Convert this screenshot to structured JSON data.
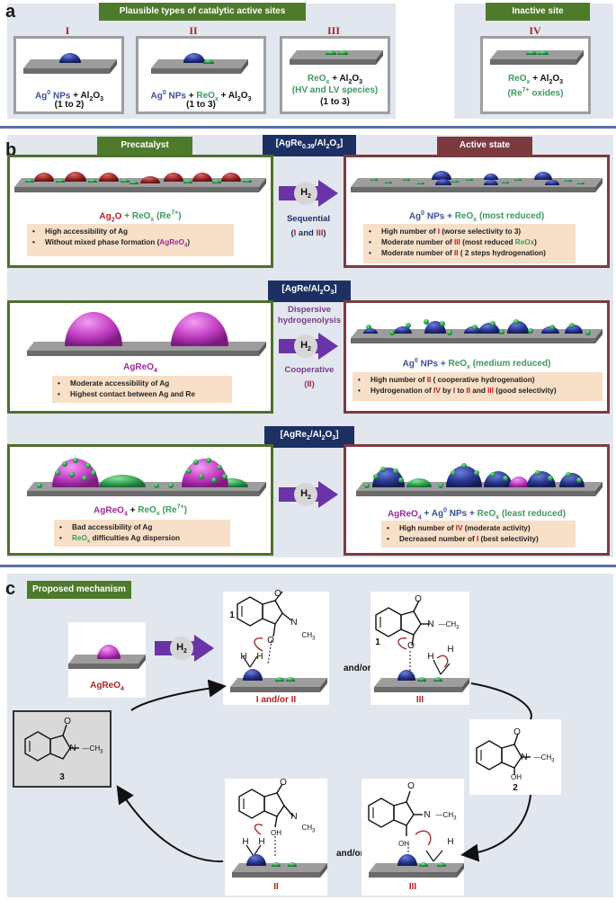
{
  "panel_a": {
    "letter": "a",
    "title_active": "Plausible types of catalytic active sites",
    "title_inactive": "Inactive site",
    "sites": [
      {
        "roman": "I",
        "line1a": "Ag",
        "line1b": "0",
        "line1c": " NPs",
        "line1d": " + Al",
        "line1e": "2",
        "line1f": "O",
        "line1g": "3",
        "line2": "(1 to 2)"
      },
      {
        "roman": "II",
        "line2": "(1 to 3)"
      },
      {
        "roman": "III",
        "line2": "(HV and LV species)",
        "line3": "(1 to 3)"
      },
      {
        "roman": "IV",
        "line2": "oxides)"
      }
    ]
  },
  "panel_b": {
    "letter": "b",
    "precatalyst": "Precatalyst",
    "active_state": "Active state",
    "h2": "H",
    "h2_sub": "2",
    "rows": [
      {
        "title_main": "[AgRe",
        "title_sub": "0.39",
        "title_end": "/Al",
        "label_left_a": "Ag",
        "label_left_b": "2",
        "label_left_c": "O",
        "label_left_d": " + ReO",
        "label_left_e": "x",
        "label_left_f": " (Re",
        "label_left_g": "7+",
        "label_left_h": ")",
        "bullets_left": [
          "High accessibility of Ag",
          "Without mixed phase formation ("
        ],
        "bullet_left_highlight": "AgReO",
        "mid_text1": "Sequential",
        "mid_text2a": "(",
        "mid_text2b": "I",
        "mid_text2c": " and ",
        "mid_text2d": "III",
        "mid_text2e": ")",
        "label_right_a": "Ag",
        "label_right_b": "0",
        "label_right_c": " NPs + ",
        "label_right_d": "ReO",
        "label_right_e": "x",
        "label_right_f": " (most reduced)",
        "bullets_right": [
          {
            "pre": "High number of ",
            "hl": "I",
            "post": " (worse selectivity to 3)"
          },
          {
            "pre": "Moderate number of ",
            "hl": "III",
            "post": " (most reduced ",
            "hl2": "ReOx",
            "post2": ")"
          },
          {
            "pre": "Moderate number of ",
            "hl": "II",
            "post": " ( 2 steps hydrogenation)"
          }
        ]
      },
      {
        "title": "[AgRe/Al",
        "label_left_a": "AgReO",
        "label_left_b": "4",
        "bullets_left": [
          "Moderate accessibility of Ag",
          "Highest contact between Ag and Re"
        ],
        "mid_text1": "Dispersive",
        "mid_text1b": "hydrogenolysis",
        "mid_text2": "Cooperative",
        "mid_text3a": "(",
        "mid_text3b": "II",
        "mid_text3c": ")",
        "label_right_a": "Ag",
        "label_right_b": "0",
        "label_right_c": " NPs + ",
        "label_right_d": "ReO",
        "label_right_e": "x",
        "label_right_f": " (medium reduced)",
        "bullets_right": [
          {
            "pre": "High number of ",
            "hl": "II",
            "post": " ( cooperative hydrogenation)"
          },
          {
            "pre": "Hydrogenation of ",
            "hl": "IV",
            "post": " by ",
            "hl2": "I",
            "post2": " to ",
            "hl3": "II",
            "post3": " and ",
            "hl4": "III",
            "post4": " (good selectivity)"
          }
        ]
      },
      {
        "title_main": "[AgRe",
        "title_sub": "2",
        "title_end": "/Al",
        "label_left_a": "AgReO",
        "label_left_b": "4",
        "label_left_c": " + ",
        "label_left_d": "ReO",
        "label_left_e": "x",
        "label_left_f": " (Re",
        "label_left_g": "7+",
        "label_left_h": ")",
        "bullets_left": [
          {
            "pre": "",
            "text": "Bad accessibility of Ag"
          },
          {
            "pre": "ReO",
            "sub": "x",
            "text": " difficulties Ag dispersion"
          }
        ],
        "label_right_a": "AgReO",
        "label_right_b": "4",
        "label_right_c": " + Ag",
        "label_right_d": "0",
        "label_right_e": " NPs + ",
        "label_right_f": "ReO",
        "label_right_g": "x",
        "label_right_h": " (least reduced)",
        "bullets_right": [
          {
            "pre": "High number of ",
            "hl": "IV",
            "post": " (moderate activity)"
          },
          {
            "pre": "Decreased number of ",
            "hl": "I",
            "post": " (best selectivity)"
          }
        ]
      }
    ],
    "al2o3_a": "2",
    "al2o3_b": "O",
    "al2o3_c": "3",
    "al2o3_d": "]"
  },
  "panel_c": {
    "letter": "c",
    "title": "Proposed mechanism",
    "start_label_a": "AgReO",
    "start_label_b": "4",
    "and_or": "and/or",
    "top_left_label": "I and/or II",
    "top_right_label": "III",
    "bottom_left_label": "II",
    "bottom_right_label": "III",
    "compound_1": "1",
    "compound_2": "2",
    "compound_3": "3",
    "atom_O": "O",
    "atom_N": "N",
    "methyl": "CH",
    "methyl_sub": "3",
    "atom_H": "H",
    "hydroxyl": "OH"
  },
  "colors": {
    "panel_bg": "#e2e6ee",
    "ag_blue": "#2f3f96",
    "reox_green": "#3aa65a",
    "ag2o_red": "#a52a2a",
    "agreo4_magenta": "#c23fc4",
    "h2_arrow": "#6a34a8",
    "support_grey": "#8c8c8c"
  }
}
